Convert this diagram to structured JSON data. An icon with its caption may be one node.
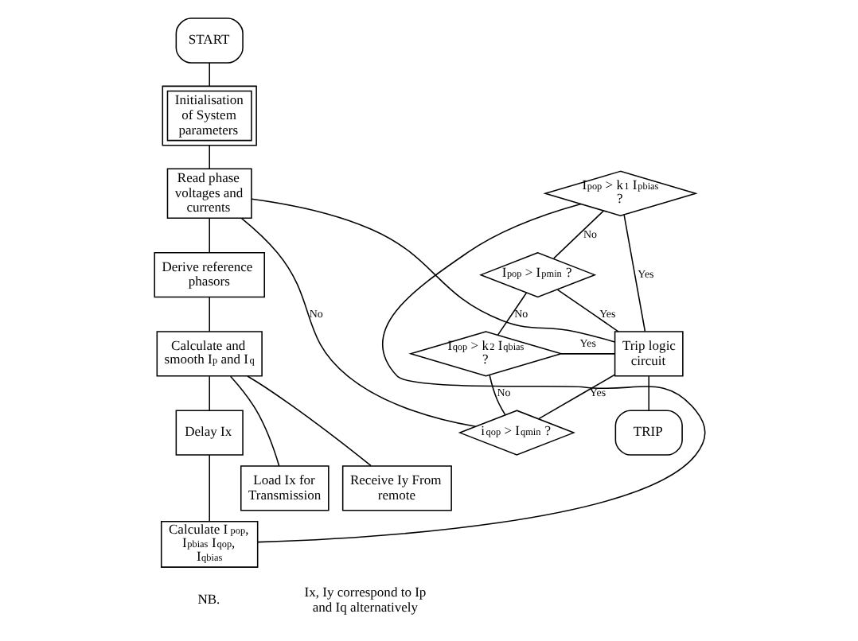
{
  "diagram": {
    "nodes": [
      {
        "text": [
          "START"
        ]
      },
      {
        "text": [
          "Initialisation of System parameters"
        ]
      },
      {
        "text": [
          "Read phase voltages and currents"
        ]
      },
      {
        "text": [
          "Derive reference phasors"
        ]
      },
      {
        "text": [
          "Calculate and smooth I$_{p}$ and I$_{q}$"
        ]
      },
      {
        "text": [
          "Load Ix for Transmission"
        ]
      },
      {
        "text": [
          "Receive Iy From remote"
        ]
      },
      {
        "text": [
          "Delay Ix"
        ]
      },
      {
        "text": [
          "Calculate I$_{p}$$_{op}$, I$_{p}$$_{bias}$ I$_{q}$$_{op}$, I$_{q}$$_{bias}$"
        ]
      },
      {
        "text": [
          "I$_{p}$$_{op}$ > k$_{1}$ I$_{p}$$_{bias}$ ?"
        ]
      },
      {
        "text": [
          "I$_{p}$$_{op}$ > I$_{p}$$_{min}$ ?"
        ]
      },
      {
        "text": [
          "I$_{q}$$_{op}$ > k$_{2}$ I$_{q}$$_{bias}$ ?"
        ]
      },
      {
        "text": [
          "i$_{q}$$_{op}$ > I$_{q}$$_{min}$ ?"
        ]
      },
      {
        "text": [
          "Trip logic circuit"
        ]
      },
      {
        "text": [
          "TRIP"
        ]
      }
    ],
    "edges": [
      {
        "from": 0,
        "to": 1,
        "arrow": "none"
      },
      {
        "from": 1,
        "to": 2,
        "arrow": "none"
      },
      {
        "from": 2,
        "to": 3,
        "arrow": "none"
      },
      {
        "from": 3,
        "to": 4,
        "arrow": "none"
      },
      {
        "from": 4,
        "to": 5,
        "arrow": "none"
      },
      {
        "from": 4,
        "to": 6,
        "arrow": "none"
      },
      {
        "from": 4,
        "to": 7,
        "arrow": "none"
      },
      {
        "from": 7,
        "to": 8,
        "arrow": "none"
      },
      {
        "from": 8,
        "to": 9,
        "arrow": "none"
      },
      {
        "from": 9,
        "to": 13,
        "arrow": "none",
        "label": "Yes"
      },
      {
        "from": 9,
        "to": 10,
        "arrow": "none",
        "label": "No"
      },
      {
        "from": 10,
        "to": 13,
        "arrow": "none",
        "label": "Yes"
      },
      {
        "from": 10,
        "to": 11,
        "arrow": "none",
        "label": "No"
      },
      {
        "from": 11,
        "to": 13,
        "arrow": "none",
        "label": "Yes"
      },
      {
        "from": 11,
        "to": 12,
        "arrow": "none",
        "label": "No"
      },
      {
        "from": 12,
        "to": 13,
        "arrow": "none",
        "label": "Yes"
      },
      {
        "from": 12,
        "to": 2,
        "arrow": "none",
        "label": "No"
      },
      {
        "from": 13,
        "to": 14,
        "arrow": "none"
      },
      {
        "from": 13,
        "to": 2,
        "arrow": "none"
      }
    ],
    "labels": [
      "NB.",
      "Ix, Iy correspond to Ip and Iq alternatively"
    ]
  }
}
